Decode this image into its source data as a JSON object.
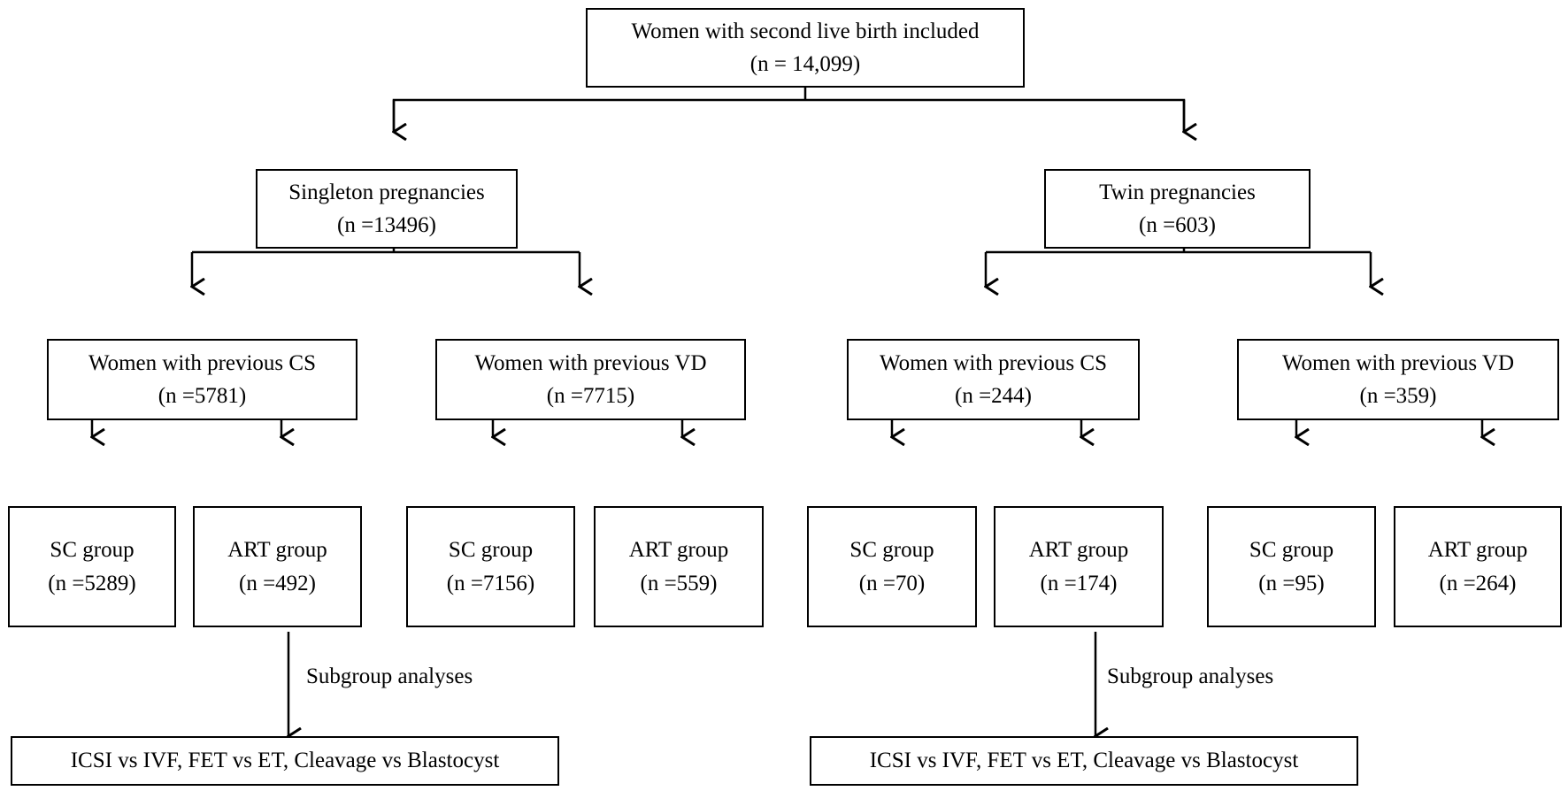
{
  "nodes": {
    "root": {
      "title": "Women with second live birth included",
      "count": "(n = 14,099)"
    },
    "singleton": {
      "title": "Singleton pregnancies",
      "count": "(n =13496)"
    },
    "twin": {
      "title": "Twin pregnancies",
      "count": "(n =603)"
    },
    "s_cs": {
      "title": "Women with previous CS",
      "count": "(n =5781)"
    },
    "s_vd": {
      "title": "Women with previous VD",
      "count": "(n =7715)"
    },
    "t_cs": {
      "title": "Women with previous CS",
      "count": "(n =244)"
    },
    "t_vd": {
      "title": "Women with previous VD",
      "count": "(n =359)"
    },
    "s_cs_sc": {
      "title": "SC group",
      "count": "(n =5289)"
    },
    "s_cs_art": {
      "title": "ART group",
      "count": "(n =492)"
    },
    "s_vd_sc": {
      "title": "SC group",
      "count": "(n =7156)"
    },
    "s_vd_art": {
      "title": "ART group",
      "count": "(n =559)"
    },
    "t_cs_sc": {
      "title": "SC group",
      "count": "(n =70)"
    },
    "t_cs_art": {
      "title": "ART group",
      "count": "(n =174)"
    },
    "t_vd_sc": {
      "title": "SC group",
      "count": "(n =95)"
    },
    "t_vd_art": {
      "title": "ART group",
      "count": "(n =264)"
    },
    "s_sub": {
      "title": "ICSI vs IVF, FET vs ET, Cleavage vs Blastocyst"
    },
    "t_sub": {
      "title": "ICSI vs IVF, FET vs ET, Cleavage vs Blastocyst"
    }
  },
  "labels": {
    "subgroup_left": "Subgroup analyses",
    "subgroup_right": "Subgroup analyses"
  }
}
